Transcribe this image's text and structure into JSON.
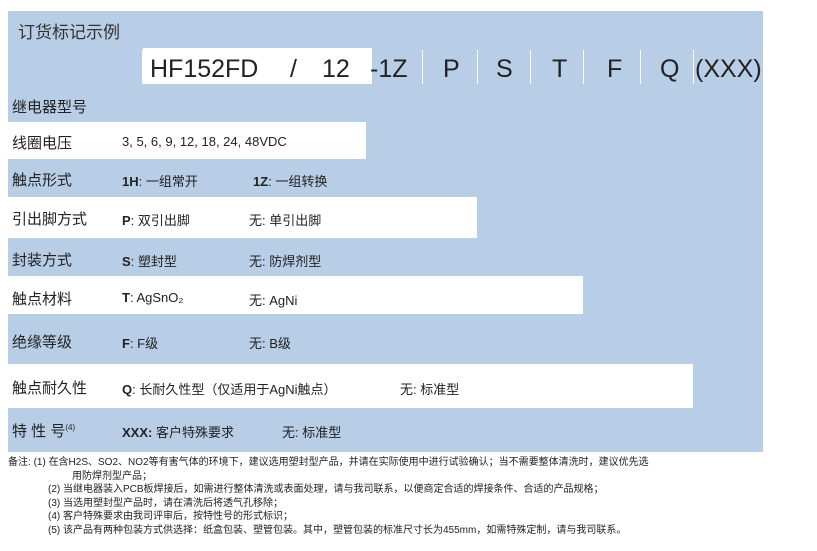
{
  "header": {
    "title": "订货标记示例"
  },
  "code": {
    "model": "HF152FD",
    "sep": "/",
    "voltage": "12",
    "contact": "-1Z",
    "p": "P",
    "s": "S",
    "t": "T",
    "f": "F",
    "q": "Q",
    "xxx": "(XXX)"
  },
  "rows": {
    "type": {
      "label": "继电器型号"
    },
    "voltage": {
      "label": "线圈电压",
      "values": "3, 5, 6, 9, 12, 18, 24, 48VDC"
    },
    "contact": {
      "label": "触点形式",
      "opt1_code": "1H",
      "opt1_text": ": 一组常开",
      "opt2_code": "1Z",
      "opt2_text": ": 一组转换"
    },
    "pins": {
      "label": "引出脚方式",
      "opt1_code": "P",
      "opt1_text": ": 双引出脚",
      "opt2_code": "无",
      "opt2_text": ": 单引出脚"
    },
    "seal": {
      "label": "封装方式",
      "opt1_code": "S",
      "opt1_text": ": 塑封型",
      "opt2_code": "无",
      "opt2_text": ": 防焊剂型"
    },
    "material": {
      "label": "触点材料",
      "opt1_code": "T",
      "opt1_text": ": AgSnO₂",
      "opt2_code": "无",
      "opt2_text": ": AgNi"
    },
    "insulation": {
      "label": "绝缘等级",
      "opt1_code": "F",
      "opt1_text": ": F级",
      "opt2_code": "无",
      "opt2_text": ": B级"
    },
    "durability": {
      "label": "触点耐久性",
      "opt1_code": "Q",
      "opt1_text": ": 长耐久性型（仅适用于AgNi触点）",
      "opt2_code": "无",
      "opt2_text": ": 标准型"
    },
    "special": {
      "label": "特 性 号",
      "sup": "(4)",
      "opt1_code": "XXX:",
      "opt1_text": " 客户特殊要求",
      "opt2_code": "无",
      "opt2_text": ": 标准型"
    }
  },
  "notes": {
    "prefix": "备注:",
    "n1a": "(1)  在含H2S、SO2、NO2等有害气体的环境下，建议选用塑封型产品，并请在实际使用中进行试验确认；当不需要整体清洗时，建议优先选",
    "n1b": "用防焊剂型产品；",
    "n2": "(2)  当继电器装入PCB板焊接后，如需进行整体清洗或表面处理，请与我司联系，以便商定合适的焊接条件、合适的产品规格；",
    "n3": "(3)  当选用塑封型产品时，请在清洗后将透气孔移除；",
    "n4": "(4)  客户特殊要求由我司评审后，按特性号的形式标识；",
    "n5": "(5)  该产品有两种包装方式供选择：纸盒包装、塑管包装。其中，塑管包装的标准尺寸长为455mm，如需特殊定制，请与我司联系。"
  }
}
